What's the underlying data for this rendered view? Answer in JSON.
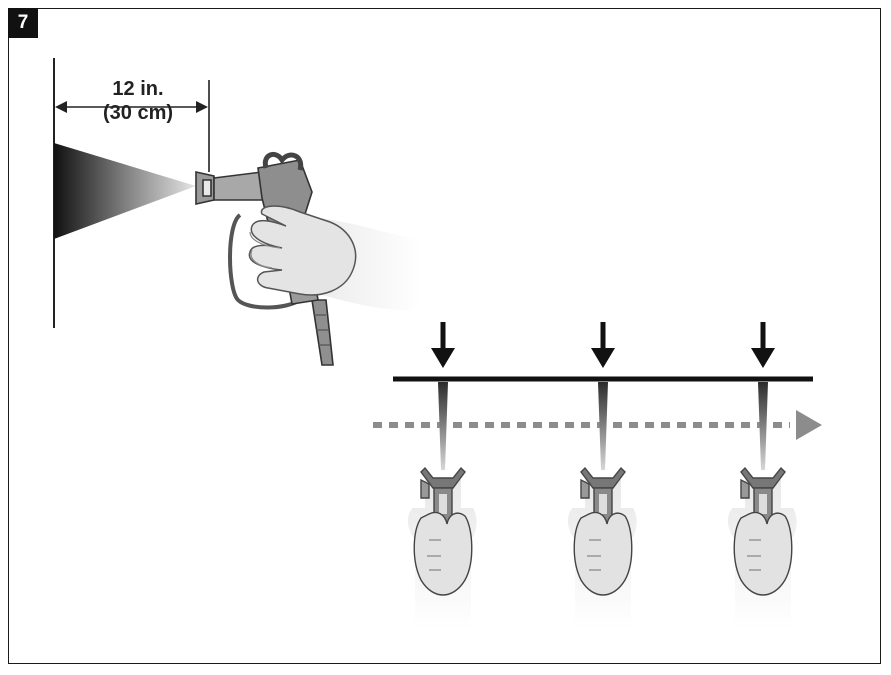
{
  "figure": {
    "step_number": "7",
    "distance": {
      "line1": "12 in.",
      "line2": "(30 cm)"
    },
    "colors": {
      "ink": "#111111",
      "spray_dark": "#1a1a1a",
      "spray_light": "#dcdcdc",
      "dashed_arrow": "#8c8c8c",
      "hand_fill": "#e6e6e6",
      "gun_fill": "#9a9a9a"
    },
    "icons": [
      "down-arrow-icon",
      "right-arrow-icon",
      "spray-gun-icon",
      "hand-icon"
    ]
  }
}
